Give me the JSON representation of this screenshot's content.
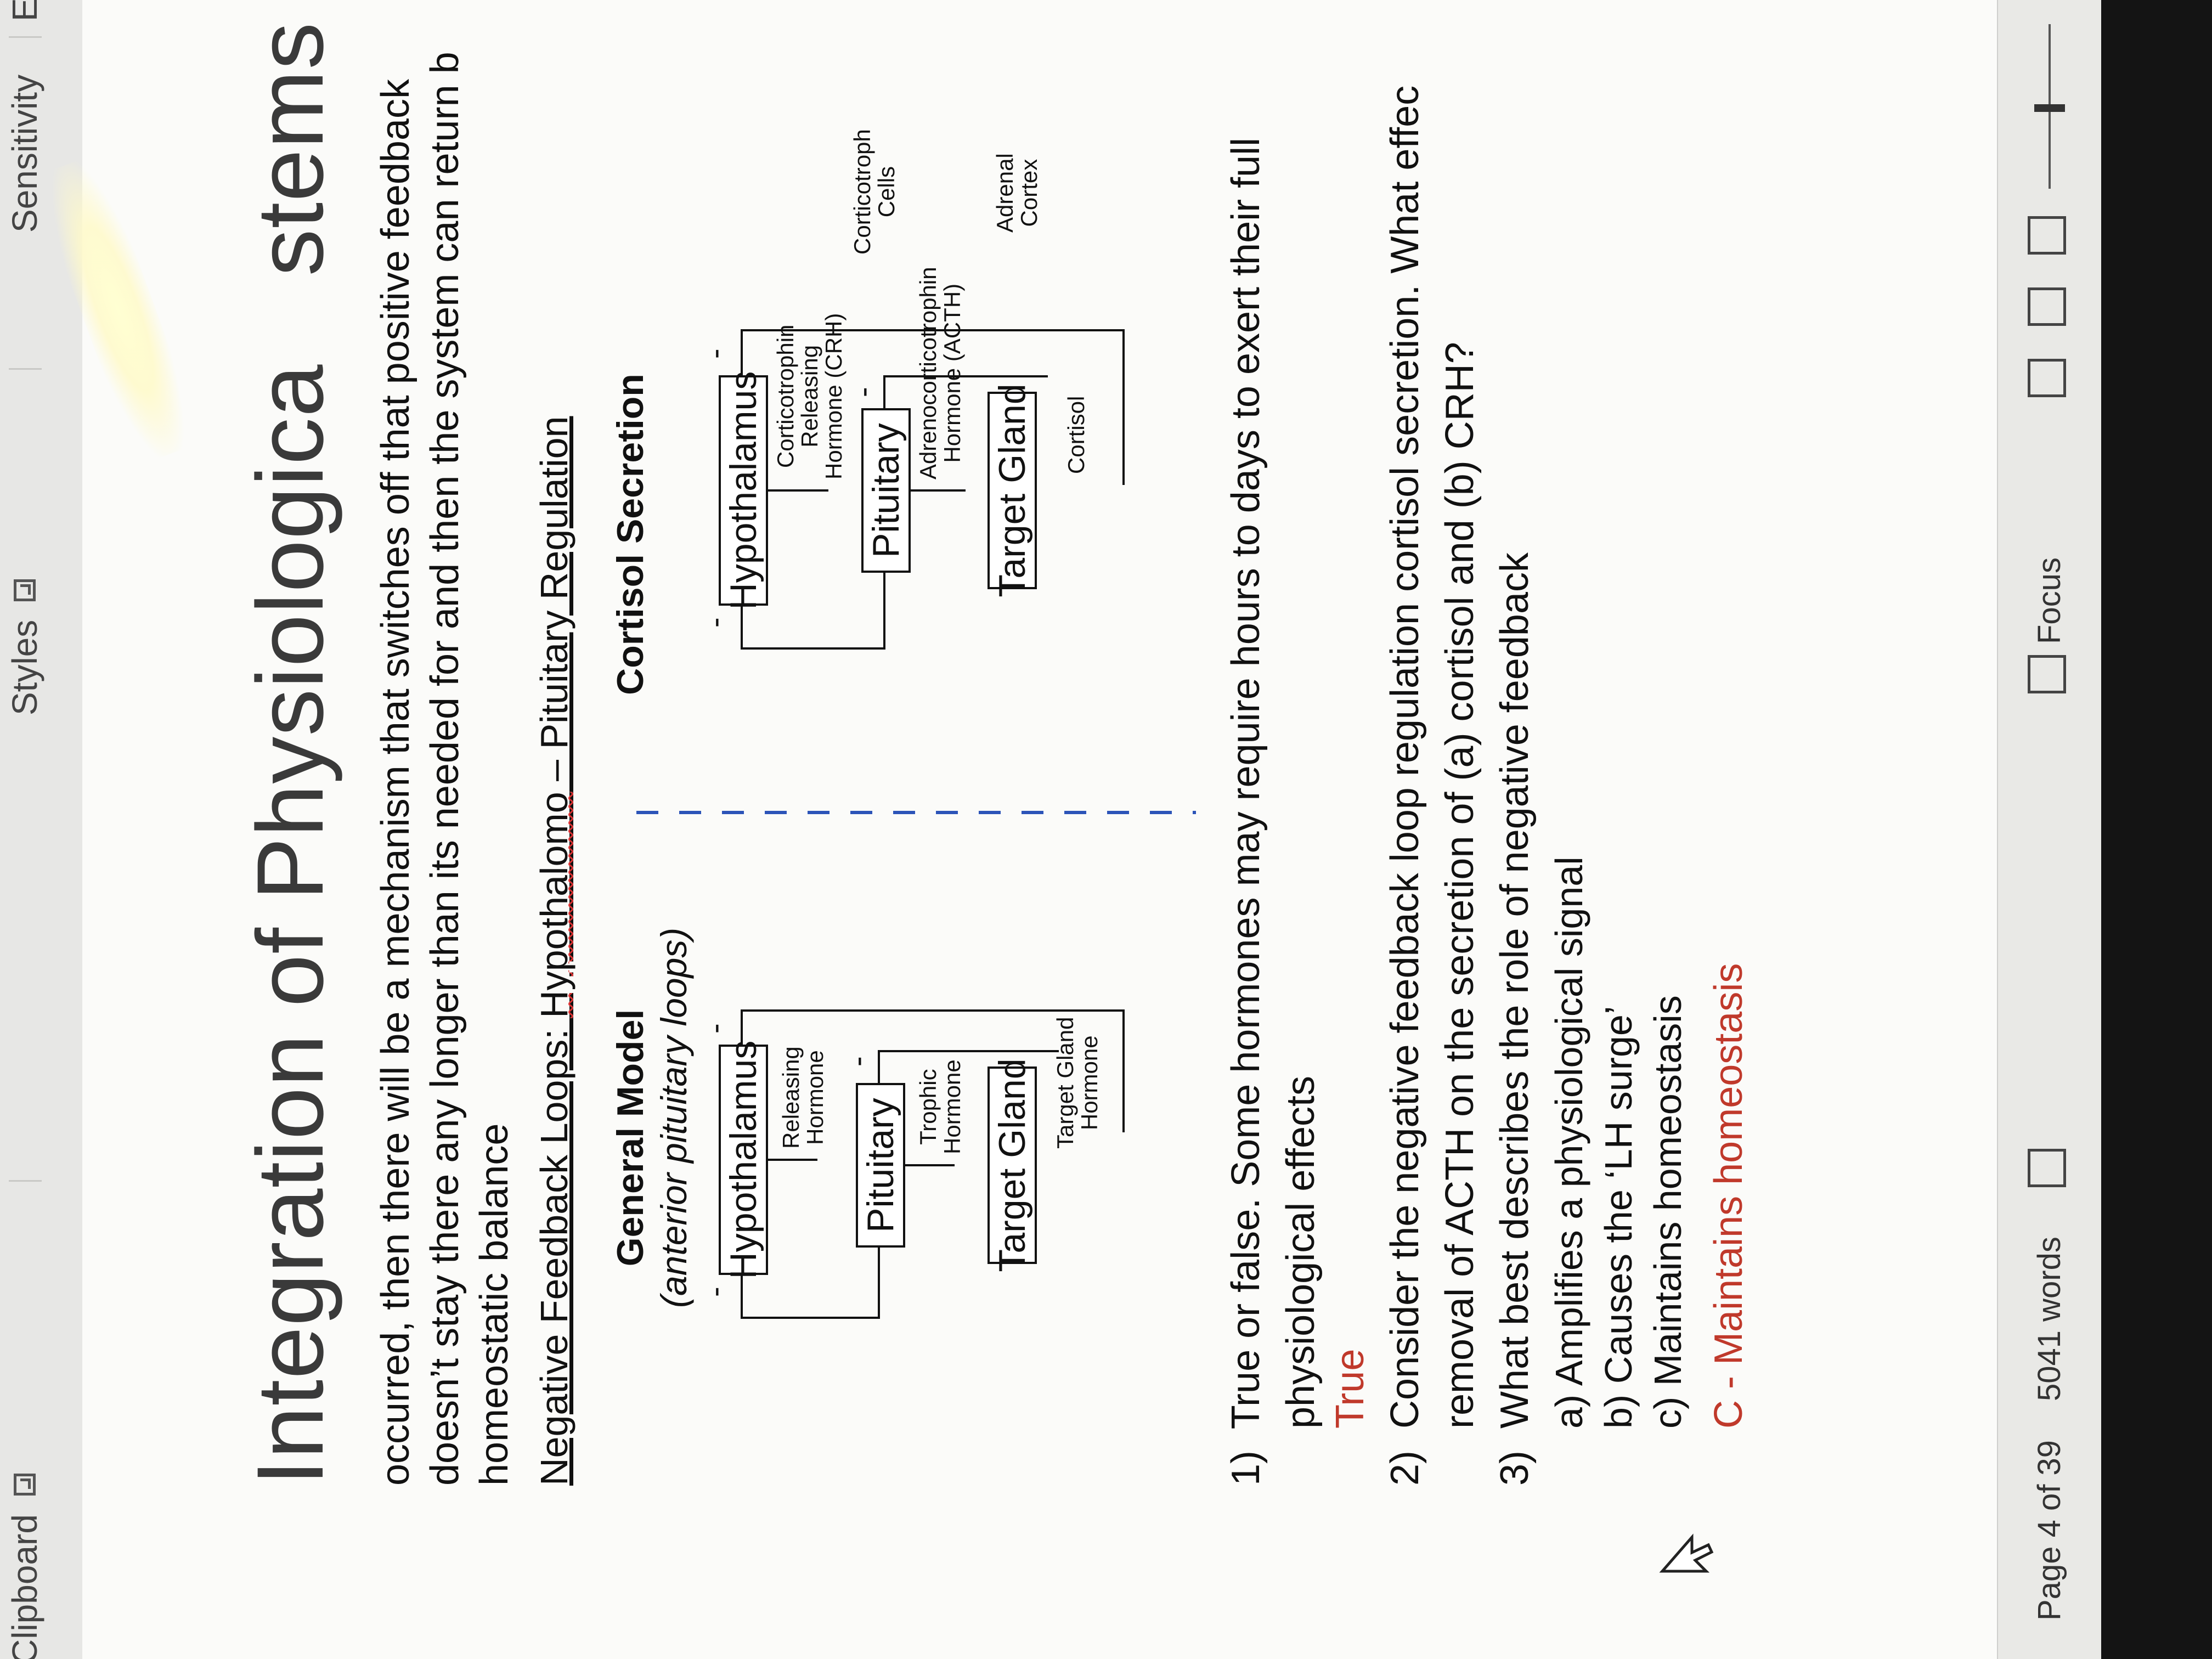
{
  "ribbon": {
    "groups": [
      "Clipboard",
      "Styles",
      "Sensitivity",
      "Edi"
    ]
  },
  "document": {
    "title": "Integration of Physiological Systems",
    "title_visible": "Integration of Physiologica",
    "title_visible_tail": "stems",
    "paragraph_lines": [
      "occurred, then there will be a mechanism that switches off that positive feedback",
      "doesn’t stay there any longer than its needed for and then the system can return b",
      "homeostatic balance"
    ],
    "section_heading_parts": [
      "Negative Feedback Loops: ",
      "Hypothalomo",
      " – Pituitary Regulation"
    ]
  },
  "general_model": {
    "title": "General Model",
    "subtitle": "(anterior pituitary loops)",
    "glands": [
      "Hypothalamus",
      "Pituitary",
      "Target Gland"
    ],
    "hormones": [
      [
        "Releasing",
        "Hormone"
      ],
      [
        "Trophic",
        "Hormone"
      ],
      [
        "Target Gland",
        "Hormone"
      ]
    ],
    "minus": "-"
  },
  "cortisol_model": {
    "title": "Cortisol Secretion",
    "glands": [
      "Hypothalamus",
      "Pituitary",
      "Target Gland"
    ],
    "hormones": [
      [
        "Corticotrophin",
        "Releasing",
        "Hormone (CRH)"
      ],
      [
        "Adrenocorticotrophin",
        "Hormone (ACTH)"
      ],
      [
        "Cortisol"
      ]
    ],
    "side_labels": [
      [
        "Corticotroph",
        "Cells"
      ],
      [
        "Adrenal",
        "Cortex"
      ]
    ],
    "minus": "-"
  },
  "questions": [
    {
      "number": "1)",
      "lines": [
        "True or false. Some hormones may require hours to days to exert their full",
        "physiological effects"
      ],
      "answer": "True"
    },
    {
      "number": "2)",
      "lines": [
        "Consider the negative feedback loop regulation cortisol secretion. What effec",
        "removal of ACTH on the secretion of (a) cortisol and (b) CRH?"
      ]
    },
    {
      "number": "3)",
      "lines": [
        "What best describes the role of negative feedback"
      ],
      "options": [
        "a)  Amplifies a physiological signal",
        "b)  Causes the ‘LH surge’",
        "c)  Maintains homeostasis"
      ],
      "answer": "C - Maintains homeostasis"
    }
  ],
  "status_bar": {
    "page": "Page 4 of 39",
    "words": "5041 words",
    "focus": "Focus"
  }
}
